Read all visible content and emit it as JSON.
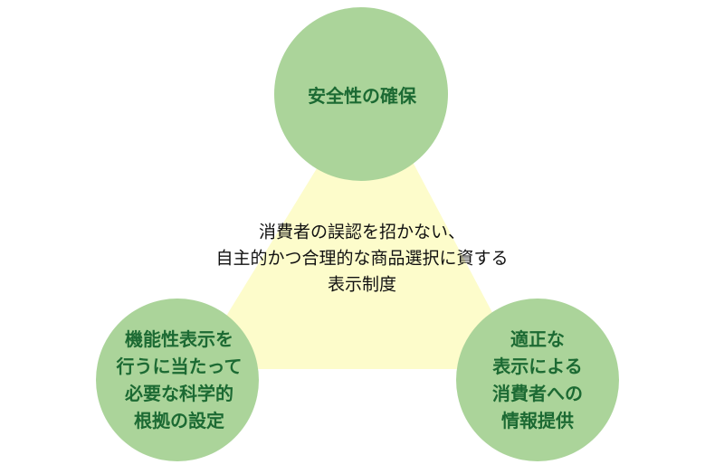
{
  "colors": {
    "circle": "#abd49a",
    "triangle": "#fdfccb",
    "circle_text": "#1c6a33",
    "center_text": "#111111"
  },
  "center": {
    "lines": [
      "消費者の誤認を招かない、",
      "自主的かつ合理的な商品選択に資する",
      "表示制度"
    ]
  },
  "nodes": [
    {
      "lines": [
        "安全性の確保"
      ]
    },
    {
      "lines": [
        "機能性表示を",
        "行うに当たって",
        "必要な科学的",
        "根拠の設定"
      ]
    },
    {
      "lines": [
        "適正な",
        "表示による",
        "消費者への",
        "情報提供"
      ]
    }
  ]
}
